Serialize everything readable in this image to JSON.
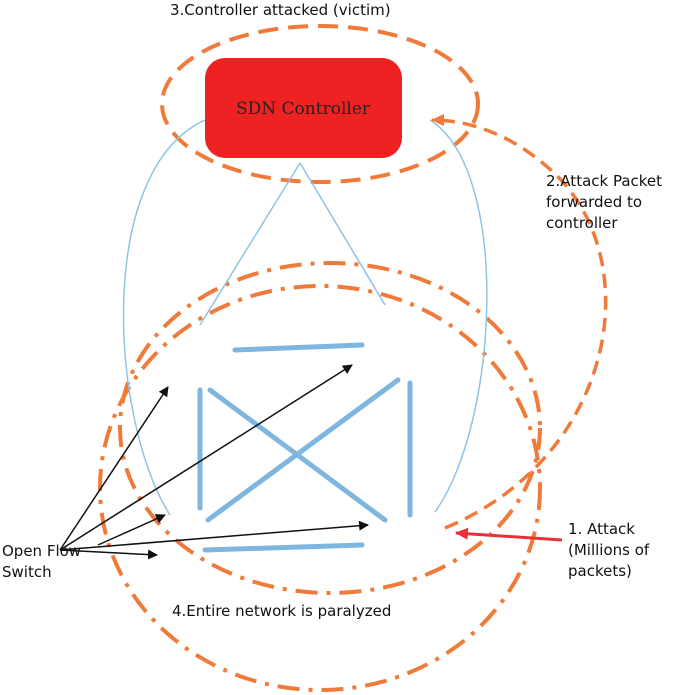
{
  "labels": {
    "victim": "3.Controller attacked (victim)",
    "forwarded": "2.Attack Packet\nforwarded to\ncontroller",
    "attack": "1. Attack\n(Millions of\npackets)",
    "switch_label": "Open Flow\nSwitch",
    "paralyzed": "4.Entire network is paralyzed"
  },
  "controller": {
    "label": "SDN Controller",
    "color": "#ee2222"
  },
  "colors": {
    "orange": "#f07a3a",
    "link": "#7fb6e0",
    "thin_link": "#8cc4e8",
    "switch": "#3d9fd9",
    "attack_arrow": "#e8303a",
    "black_arrow": "#111111"
  },
  "icons": {
    "switch": "network-switch-icon"
  }
}
